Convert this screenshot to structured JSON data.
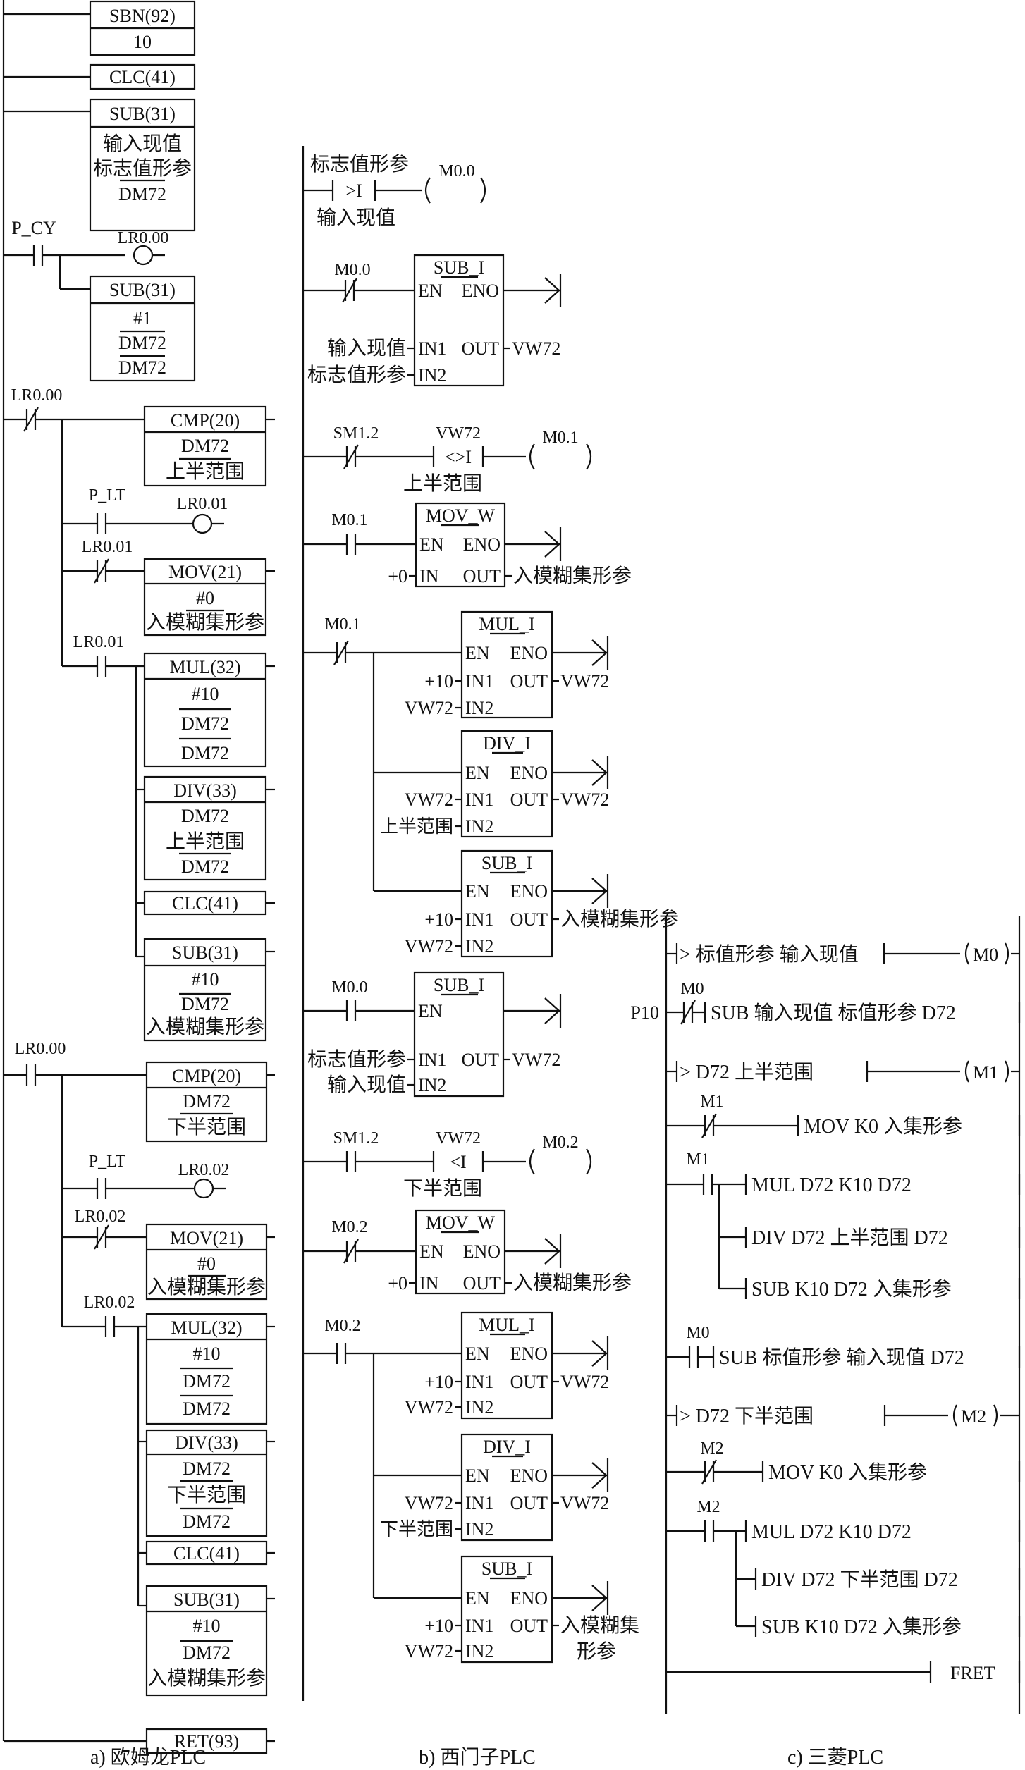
{
  "captions": {
    "omron": "a) 欧姆龙PLC",
    "siemens": "b) 西门子PLC",
    "mitsubishi": "c) 三菱PLC"
  },
  "omron": {
    "b1_l1": "SBN(92)",
    "b1_l2": "10",
    "clc_a": "CLC(41)",
    "sub1_head": "SUB(31)",
    "sub1_l1": "输入现值",
    "sub1_l2": "标志值形参",
    "sub1_l3": "DM72",
    "p_cy": "P_CY",
    "lr000_coil": "LR0.00",
    "sub2_head": "SUB(31)",
    "sub2_l1": "#1",
    "sub2_l2": "DM72",
    "sub2_l3": "DM72",
    "lr000_nc": "LR0.00",
    "cmp1_head": "CMP(20)",
    "cmp1_l1": "DM72",
    "cmp1_l2": "上半范围",
    "p_lt1": "P_LT",
    "lr001_coil": "LR0.01",
    "lr001_nc": "LR0.01",
    "mov1_head": "MOV(21)",
    "mov1_l1": "#0",
    "mov1_l2": "入模糊集形参",
    "lr001_no": "LR0.01",
    "mul1_head": "MUL(32)",
    "mul1_l1": "#10",
    "mul1_l2": "DM72",
    "mul1_l3": "DM72",
    "div1_head": "DIV(33)",
    "div1_l1": "DM72",
    "div1_l2": "上半范围",
    "div1_l3": "DM72",
    "clc_b": "CLC(41)",
    "sub3_head": "SUB(31)",
    "sub3_l1": "#10",
    "sub3_l2": "DM72",
    "sub3_l3": "入模糊集形参",
    "lr000_no": "LR0.00",
    "cmp2_head": "CMP(20)",
    "cmp2_l1": "DM72",
    "cmp2_l2": "下半范围",
    "p_lt2": "P_LT",
    "lr002_coil": "LR0.02",
    "lr002_nc": "LR0.02",
    "mov2_head": "MOV(21)",
    "mov2_l1": "#0",
    "mov2_l2": "入模糊集形参",
    "lr002_no": "LR0.02",
    "mul2_head": "MUL(32)",
    "mul2_l1": "#10",
    "mul2_l2": "DM72",
    "mul2_l3": "DM72",
    "div2_head": "DIV(33)",
    "div2_l1": "DM72",
    "div2_l2": "下半范围",
    "div2_l3": "DM72",
    "clc_c": "CLC(41)",
    "sub4_head": "SUB(31)",
    "sub4_l1": "#10",
    "sub4_l2": "DM72",
    "sub4_l3": "入模糊集形参",
    "ret": "RET(93)"
  },
  "siemens": {
    "r1_top": "标志值形参",
    "r1_op": ">I",
    "r1_coil": "M0.0",
    "r1_bot": "输入现值",
    "r2_contact": "M0.0",
    "r2_box": "SUB_I",
    "r2_in1": "输入现值",
    "r2_in2": "标志值形参",
    "r2_out": "VW72",
    "r3_c1": "SM1.2",
    "r3_c2": "VW72",
    "r3_op": "<>I",
    "r3_coil": "M0.1",
    "r3_bot": "上半范围",
    "r4_contact": "M0.1",
    "r4_box": "MOV_W",
    "r4_in": "+0",
    "r4_out": "入模糊集形参",
    "r5_contact": "M0.1",
    "r5_b1": "MUL_I",
    "r5_b1_in1": "+10",
    "r5_b1_in2": "VW72",
    "r5_b1_out": "VW72",
    "r5_b2": "DIV_I",
    "r5_b2_in1": "VW72",
    "r5_b2_in2": "上半范围",
    "r5_b2_out": "VW72",
    "r5_b3": "SUB_I",
    "r5_b3_in1": "+10",
    "r5_b3_in2": "VW72",
    "r5_b3_out": "入模糊集形参",
    "r6_contact": "M0.0",
    "r6_box": "SUB_I",
    "r6_in1": "标志值形参",
    "r6_in2": "输入现值",
    "r6_out": "VW72",
    "r7_c1": "SM1.2",
    "r7_c2": "VW72",
    "r7_op": "<I",
    "r7_coil": "M0.2",
    "r7_bot": "下半范围",
    "r8_contact": "M0.2",
    "r8_box": "MOV_W",
    "r8_in": "+0",
    "r8_out": "入模糊集形参",
    "r9_contact": "M0.2",
    "r9_b1": "MUL_I",
    "r9_b1_in1": "+10",
    "r9_b1_in2": "VW72",
    "r9_b1_out": "VW72",
    "r9_b2": "DIV_I",
    "r9_b2_in1": "VW72",
    "r9_b2_in2": "下半范围",
    "r9_b2_out": "VW72",
    "r9_b3": "SUB_I",
    "r9_b3_in1": "+10",
    "r9_b3_in2": "VW72",
    "r9_b3_out1": "入模糊集",
    "r9_b3_out2": "形参",
    "en": "EN",
    "eno": "ENO",
    "in": "IN",
    "in1": "IN1",
    "in2": "IN2",
    "out": "OUT"
  },
  "mitsubishi": {
    "r1_expr": "> 标值形参  输入现值",
    "r1_coil": "M0",
    "p10": "P10",
    "r2_contact": "M0",
    "r2_instr": "SUB 输入现值  标值形参    D72",
    "r3_expr": ">   D72     上半范围",
    "r3_coil": "M1",
    "r4_contact": "M1",
    "r4_instr": "MOV   K0   入集形参",
    "r5_contact": "M1",
    "r5_i1": "MUL  D72  K10         D72",
    "r5_i2": "DIV   D72   上半范围  D72",
    "r5_i3": "SUB  K10   D72    入集形参",
    "r6_contact": "M0",
    "r6_instr": "SUB   标值形参  输入现值  D72",
    "r7_expr": ">  D72          下半范围",
    "r7_coil": "M2",
    "r8_contact": "M2",
    "r8_instr": "MOV     K0       入集形参",
    "r9_contact": "M2",
    "r9_i1": "MUL    D72      K10        D72",
    "r9_i2": "DIV   D72   下半范围  D72",
    "r9_i3": "SUB  K10   D72    入集形参",
    "fret": "FRET"
  }
}
